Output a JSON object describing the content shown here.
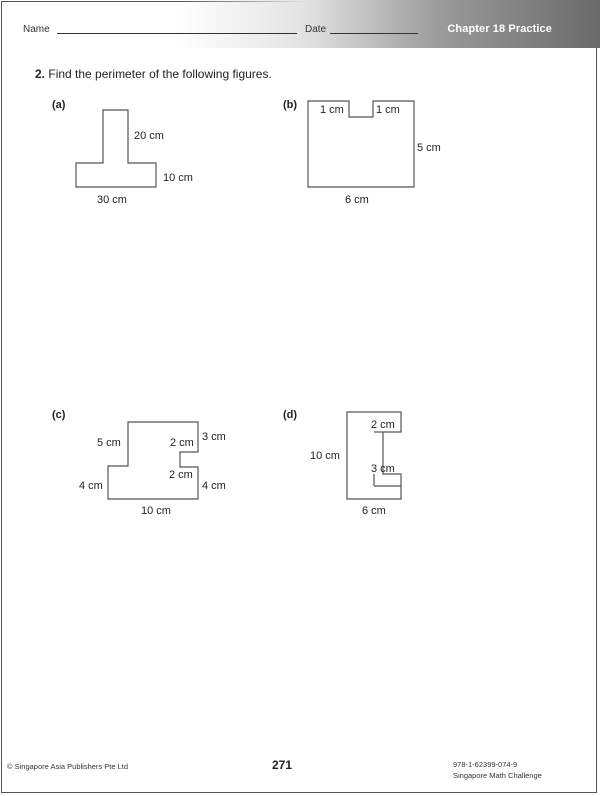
{
  "header": {
    "name_label": "Name",
    "date_label": "Date",
    "chapter": "Chapter 18 Practice"
  },
  "question": {
    "number": "2.",
    "text": "Find the perimeter of the following figures."
  },
  "figures": {
    "a": {
      "label": "(a)",
      "dims": [
        "20 cm",
        "10 cm",
        "30 cm"
      ]
    },
    "b": {
      "label": "(b)",
      "dims": [
        "1 cm",
        "1 cm",
        "5 cm",
        "6 cm"
      ]
    },
    "c": {
      "label": "(c)",
      "dims": [
        "5 cm",
        "2 cm",
        "3 cm",
        "2 cm",
        "4 cm",
        "4 cm",
        "10 cm"
      ]
    },
    "d": {
      "label": "(d)",
      "dims": [
        "2 cm",
        "10 cm",
        "3 cm",
        "6 cm"
      ]
    }
  },
  "footer": {
    "copyright": "© Singapore Asia Publishers Pte Ltd",
    "page_number": "271",
    "isbn": "978-1-62399-074-9",
    "series": "Singapore Math Challenge"
  }
}
